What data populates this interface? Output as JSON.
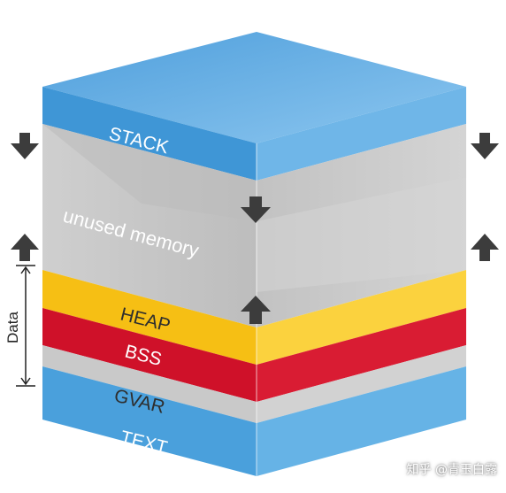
{
  "segments": {
    "stack": "STACK",
    "unused": "unused memory",
    "heap": "HEAP",
    "bss": "BSS",
    "gvar": "GVAR",
    "text": "TEXT"
  },
  "data_bracket_label": "Data",
  "watermark": "知乎 @青玉白露",
  "colors": {
    "stack_blue": "#56a8e0",
    "heap_yellow": "#f7c21a",
    "bss_red": "#d0142c",
    "gray": "#c8c8c8",
    "arrow_gray": "#3c3c3c"
  },
  "icons": [
    "down-arrow-icon",
    "up-arrow-icon"
  ]
}
